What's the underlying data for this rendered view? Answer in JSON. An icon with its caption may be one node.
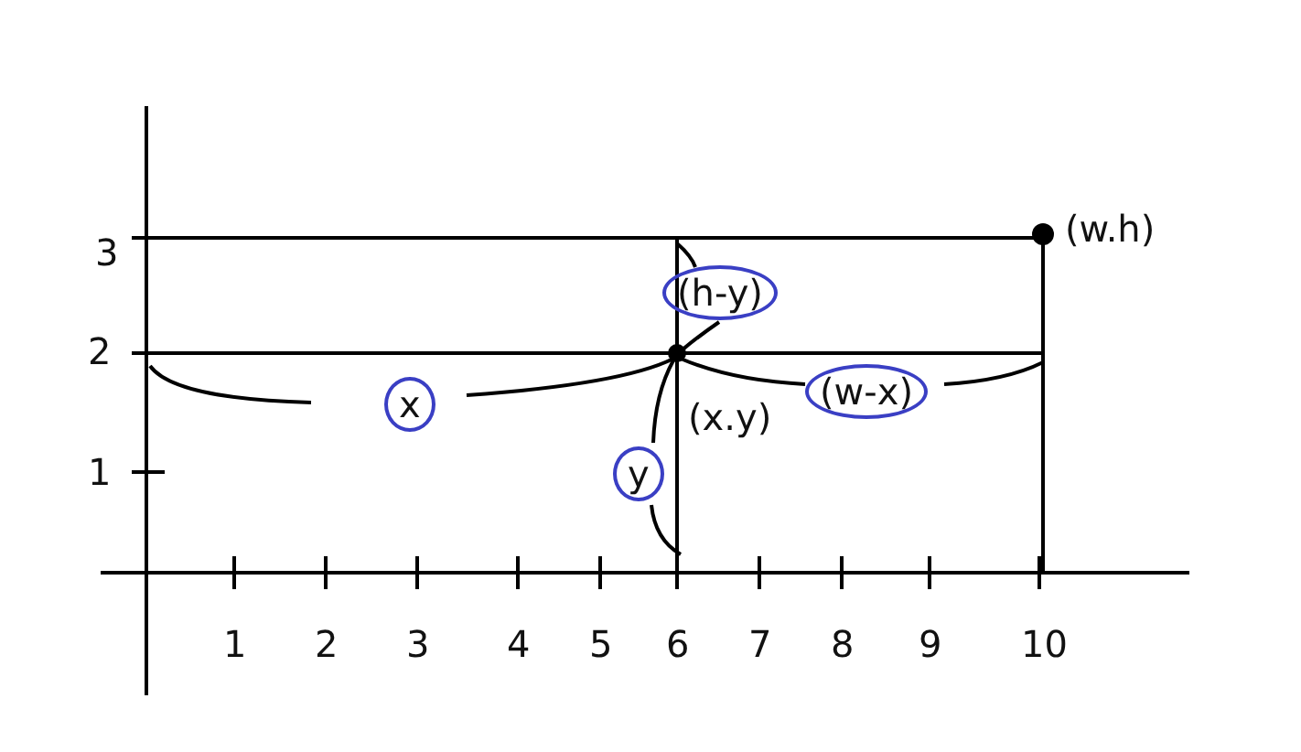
{
  "diagram": {
    "labels": [
      "3",
      "(w.h)",
      "(h-y)",
      "2",
      "x",
      "(w-x)",
      "(x.y)",
      "1",
      "y",
      "1",
      "2",
      "3",
      "4",
      "5",
      "6",
      "7",
      "8",
      "9",
      "10"
    ]
  }
}
